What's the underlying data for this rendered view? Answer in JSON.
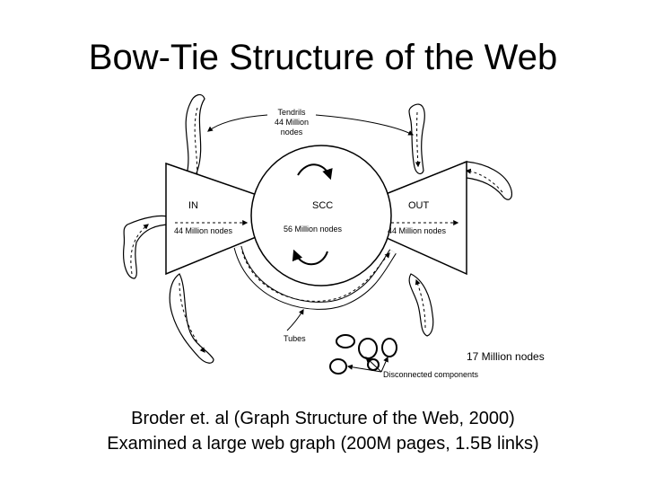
{
  "title": "Bow-Tie Structure of the Web",
  "diagram": {
    "tendrils": {
      "line1": "Tendrils",
      "line2": "44 Million",
      "line3": "nodes"
    },
    "in": {
      "label": "IN",
      "count": "44 Million nodes"
    },
    "scc": {
      "label": "SCC",
      "count": "56 Million nodes"
    },
    "out": {
      "label": "OUT",
      "count": "44 Million nodes"
    },
    "tubes": "Tubes",
    "disconnected": "Disconnected components"
  },
  "disconnected_count": "17 Million nodes",
  "footer": {
    "line1": "Broder et. al (Graph Structure of the Web, 2000)",
    "line2": "Examined a large web graph (200M pages, 1.5B links)"
  }
}
